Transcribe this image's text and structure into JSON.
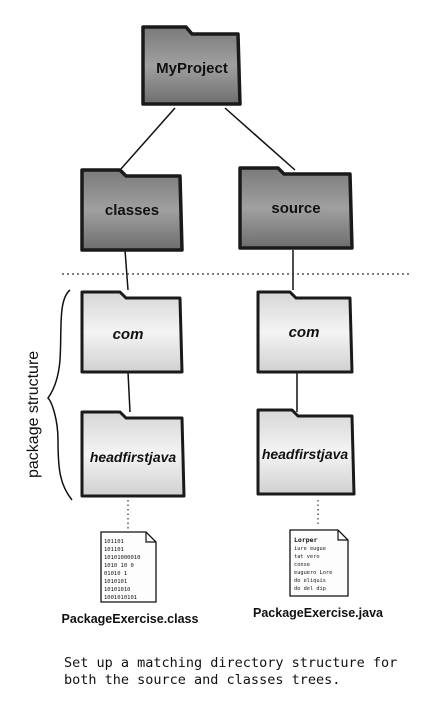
{
  "folders": {
    "root": "MyProject",
    "classes": "classes",
    "source": "source",
    "classes_com": "com",
    "classes_headfirstjava": "headfirstjava",
    "source_com": "com",
    "source_headfirstjava": "headfirstjava"
  },
  "side_label": "package structure",
  "files": {
    "class_file": {
      "name": "PackageExercise.class",
      "lines": [
        "101101",
        "101101",
        "10101000010",
        "1010 10 0",
        "01010  1",
        "1010101",
        "10101010",
        "1001010101"
      ]
    },
    "java_file": {
      "name": "PackageExercise.java",
      "lines": [
        "Lorper",
        "iure eugue",
        "tat vero",
        "conse",
        "euguero Lore",
        "do eliquis",
        "do del dip"
      ]
    }
  },
  "caption": "Set up a matching directory structure for both the source and classes trees.",
  "colors": {
    "dark_folder": "#8a8a8a",
    "light_folder": "#e8e8e8",
    "outline": "#1a1a1a"
  }
}
